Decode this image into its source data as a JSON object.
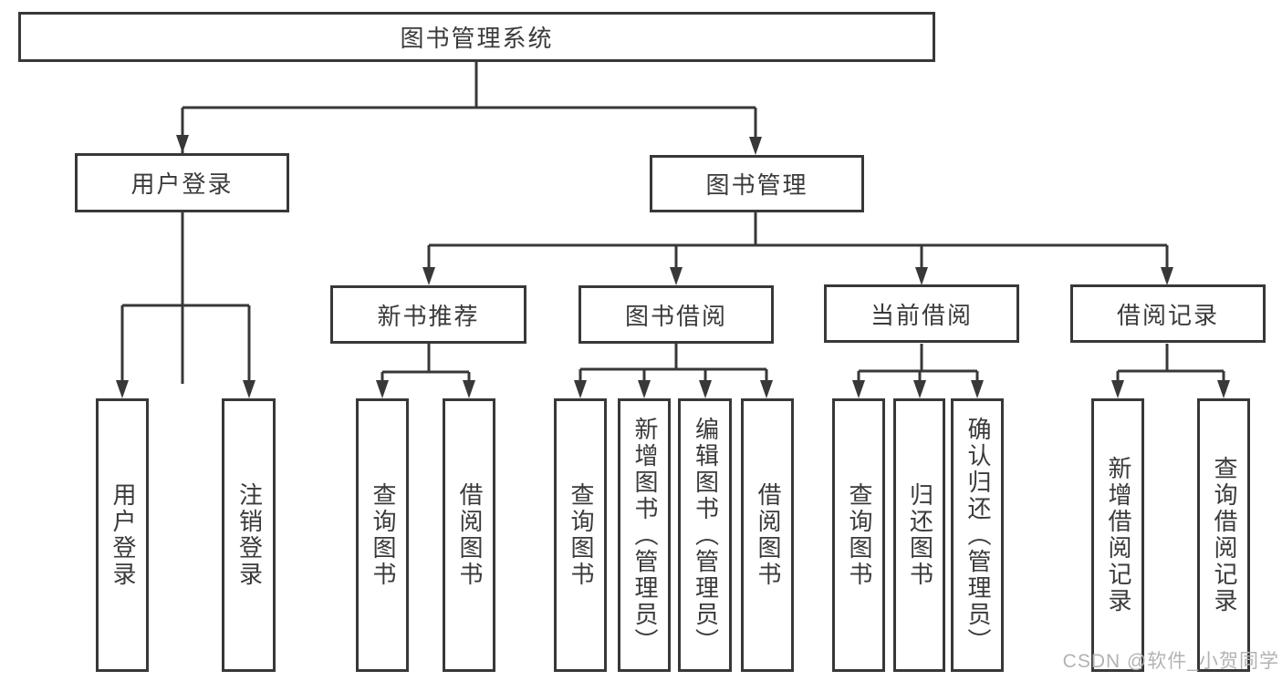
{
  "colors": {
    "line": "#383838",
    "box_border": "#383838",
    "box_text": "#3a3a3a",
    "background": "#ffffff",
    "watermark": "#b3b3b3"
  },
  "tree": {
    "root": {
      "label": "图书管理系统"
    },
    "level2": [
      {
        "id": "user-login",
        "label": "用户登录"
      },
      {
        "id": "book-management",
        "label": "图书管理"
      }
    ],
    "level3": [
      {
        "id": "new-book-recommend",
        "parent": "book-management",
        "label": "新书推荐"
      },
      {
        "id": "book-borrowing",
        "parent": "book-management",
        "label": "图书借阅"
      },
      {
        "id": "current-borrowing",
        "parent": "book-management",
        "label": "当前借阅"
      },
      {
        "id": "borrowing-records",
        "parent": "book-management",
        "label": "借阅记录"
      }
    ],
    "leaves": [
      {
        "parent": "user-login",
        "label": "用户登录"
      },
      {
        "parent": "user-login",
        "label": "注销登录"
      },
      {
        "parent": "new-book-recommend",
        "label": "查询图书"
      },
      {
        "parent": "new-book-recommend",
        "label": "借阅图书"
      },
      {
        "parent": "book-borrowing",
        "label": "查询图书"
      },
      {
        "parent": "book-borrowing",
        "label": "新增图书（管理员）"
      },
      {
        "parent": "book-borrowing",
        "label": "编辑图书（管理员）"
      },
      {
        "parent": "book-borrowing",
        "label": "借阅图书"
      },
      {
        "parent": "current-borrowing",
        "label": "查询图书"
      },
      {
        "parent": "current-borrowing",
        "label": "归还图书"
      },
      {
        "parent": "current-borrowing",
        "label": "确认归还（管理员）"
      },
      {
        "parent": "borrowing-records",
        "label": "新增借阅记录"
      },
      {
        "parent": "borrowing-records",
        "label": "查询借阅记录"
      }
    ]
  },
  "watermark": {
    "text": "CSDN @软件_小贺同学"
  }
}
